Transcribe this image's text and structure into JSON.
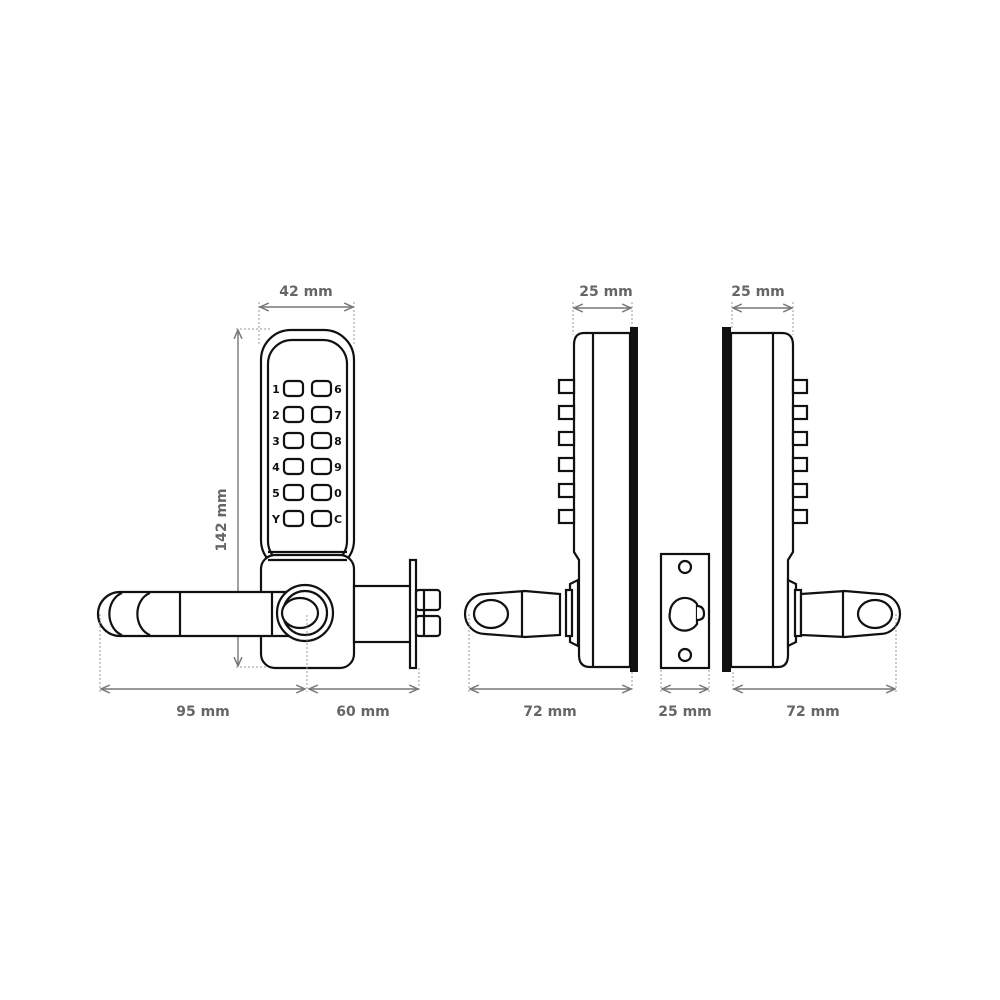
{
  "colors": {
    "background": "#ffffff",
    "line": "#111111",
    "dimension": "#777777",
    "label": "#666666"
  },
  "front_view": {
    "width_label": "42 mm",
    "height_label": "142 mm",
    "lever_length_label": "95 mm",
    "spindle_depth_label": "60 mm",
    "keys_left": [
      "1",
      "2",
      "3",
      "4",
      "5",
      "Y"
    ],
    "keys_right": [
      "6",
      "7",
      "8",
      "9",
      "0",
      "C"
    ]
  },
  "side_view_left": {
    "body_depth_label": "25 mm",
    "total_depth_label": "72 mm"
  },
  "strike_plate": {
    "width_label": "25 mm"
  },
  "side_view_right": {
    "body_depth_label": "25 mm",
    "total_depth_label": "72 mm"
  }
}
